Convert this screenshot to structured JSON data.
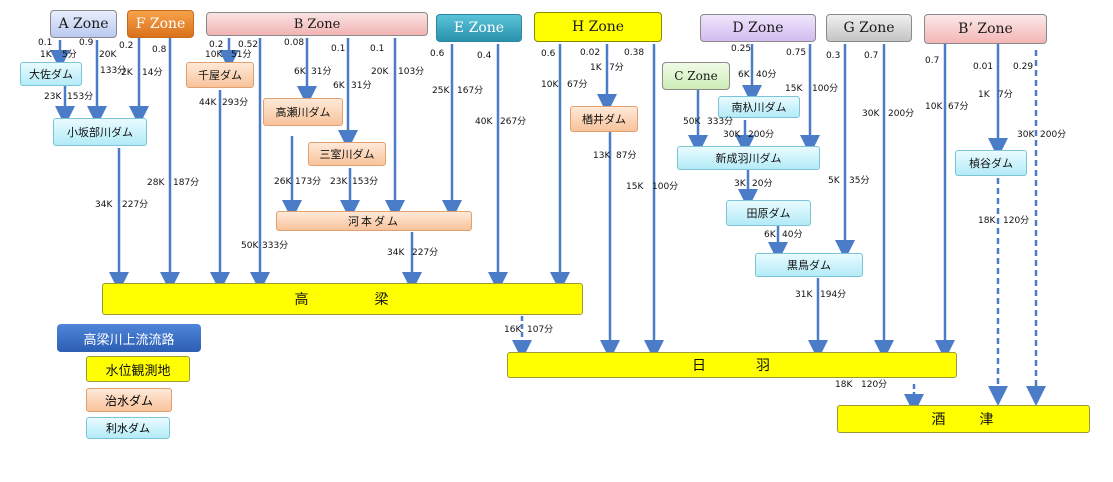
{
  "zones": {
    "a": "A Zone",
    "f": "F Zone",
    "b": "B Zone",
    "e": "E Zone",
    "h": "H Zone",
    "d": "D Zone",
    "g": "G Zone",
    "bp": "B’ Zone",
    "c": "C Zone"
  },
  "dams": {
    "osa": "大佐ダム",
    "kosakabe": "小坂部川ダム",
    "chiya": "千屋ダム",
    "takasegawa": "高瀬川ダム",
    "sanmurogawa": "三室川ダム",
    "kawamoto": "河本ダム",
    "kakoi": "楢井ダム",
    "minamishiro": "南杁川ダム",
    "shinnariwa": "新成羽川ダム",
    "tabara": "田原ダム",
    "kuroshima": "黒鳥ダム",
    "enokidani": "楨谷ダム"
  },
  "stations": {
    "takahashi": "高　　　　梁",
    "hiwa": "日　　　羽",
    "sakazu": "酒　　津"
  },
  "legend": {
    "title": "高梁川上流流路",
    "observation": "水位観測地",
    "flood_dam": "治水ダム",
    "water_dam": "利水ダム"
  },
  "flows": [
    {
      "ratio": "0.1",
      "dist": "1K",
      "time": "5分"
    },
    {
      "ratio": "0.9",
      "dist": "20K",
      "time": "133分"
    },
    {
      "dist": "23K",
      "time": "153分"
    },
    {
      "ratio": "0.2",
      "dist": "2K",
      "time": "14分"
    },
    {
      "ratio": "0.8",
      "dist": "28K",
      "time": "187分"
    },
    {
      "dist": "34K",
      "time": "227分"
    },
    {
      "ratio": "0.2",
      "dist": "10K",
      "time": "51分"
    },
    {
      "ratio": "0.52",
      "dist": "50K",
      "time": "333分"
    },
    {
      "dist": "44K",
      "time": "293分"
    },
    {
      "ratio": "0.08",
      "dist": "6K",
      "time": "31分"
    },
    {
      "dist": "26K",
      "time": "173分"
    },
    {
      "ratio": "0.1",
      "dist": "6K",
      "time": "31分"
    },
    {
      "dist": "23K",
      "time": "153分"
    },
    {
      "ratio": "0.1",
      "dist": "20K",
      "time": "103分"
    },
    {
      "dist": "34K",
      "time": "227分"
    },
    {
      "ratio": "0.6",
      "dist": "25K",
      "time": "167分"
    },
    {
      "ratio": "0.4",
      "dist": "40K",
      "time": "267分"
    },
    {
      "ratio": "0.6",
      "dist": "10K",
      "time": "67分"
    },
    {
      "ratio": "0.02",
      "dist": "1K",
      "time": "7分"
    },
    {
      "ratio": "0.38",
      "dist": "15K",
      "time": "100分"
    },
    {
      "dist": "13K",
      "time": "87分"
    },
    {
      "dist": "16K",
      "time": "107分"
    },
    {
      "dist": "50K",
      "time": "333分"
    },
    {
      "ratio": "0.25",
      "dist": "6K",
      "time": "40分"
    },
    {
      "ratio": "0.75",
      "dist": "15K",
      "time": "100分"
    },
    {
      "dist": "30K",
      "time": "200分"
    },
    {
      "dist": "3K",
      "time": "20分"
    },
    {
      "dist": "6K",
      "time": "40分"
    },
    {
      "dist": "31K",
      "time": "194分"
    },
    {
      "ratio": "0.3",
      "dist": "5K",
      "time": "35分"
    },
    {
      "ratio": "0.7",
      "dist": "30K",
      "time": "200分"
    },
    {
      "ratio": "0.7",
      "dist": "10K",
      "time": "67分"
    },
    {
      "ratio": "0.01",
      "dist": "1K",
      "time": "7分"
    },
    {
      "ratio": "0.29",
      "dist": "30K",
      "time": "200分"
    },
    {
      "dist": "18K",
      "time": "120分"
    },
    {
      "dist": "18K",
      "time": "120分"
    }
  ]
}
